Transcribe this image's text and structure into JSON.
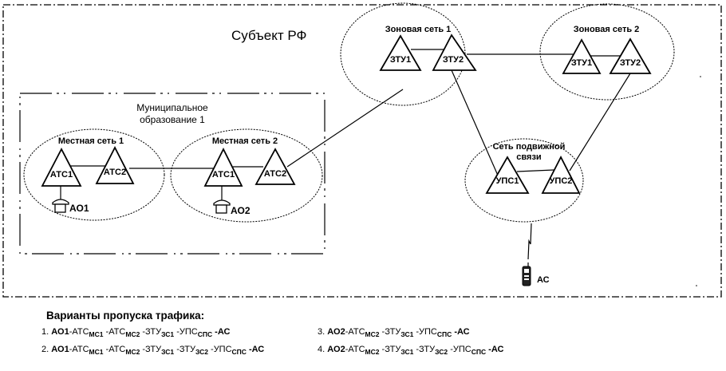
{
  "title": "Субъект РФ",
  "municipality": {
    "label_line1": "Муниципальное",
    "label_line2": "образование 1"
  },
  "local_networks": [
    {
      "label": "Местная сеть 1",
      "nodes": [
        "АТС1",
        "АТС2"
      ],
      "subscriber": "АО1"
    },
    {
      "label": "Местная сеть 2",
      "nodes": [
        "АТС1",
        "АТС2"
      ],
      "subscriber": "АО2"
    }
  ],
  "zone_networks": [
    {
      "label": "Зоновая сеть 1",
      "nodes": [
        "ЗТУ1",
        "ЗТУ2"
      ]
    },
    {
      "label": "Зоновая сеть 2",
      "nodes": [
        "ЗТУ1",
        "ЗТУ2"
      ]
    }
  ],
  "mobile_network": {
    "label_line1": "Сеть подвижной",
    "label_line2": "связи",
    "nodes": [
      "УПС1",
      "УПС2"
    ],
    "subscriber": "АС"
  },
  "legend": {
    "title": "Варианты пропуска трафика:",
    "routes": [
      {
        "num": "1.",
        "parts": [
          {
            "t": "АО1",
            "b": true
          },
          {
            "t": "-АТС",
            "sub": "МС1"
          },
          {
            "t": " -АТС",
            "sub": "МС2"
          },
          {
            "t": " -ЗТУ",
            "sub": "ЗС1"
          },
          {
            "t": " -УПС",
            "sub": "СПС"
          },
          {
            "t": " -АС",
            "b": true
          }
        ]
      },
      {
        "num": "2.",
        "parts": [
          {
            "t": "АО1",
            "b": true
          },
          {
            "t": "-АТС",
            "sub": "МС1"
          },
          {
            "t": " -АТС",
            "sub": "МС2"
          },
          {
            "t": " -ЗТУ",
            "sub": "ЗС1"
          },
          {
            "t": " -ЗТУ",
            "sub": "ЗС2"
          },
          {
            "t": " -УПС",
            "sub": "СПС"
          },
          {
            "t": " -АС",
            "b": true
          }
        ]
      },
      {
        "num": "3.",
        "parts": [
          {
            "t": "АО2",
            "b": true
          },
          {
            "t": "-АТС",
            "sub": "МС2"
          },
          {
            "t": " -ЗТУ",
            "sub": "ЗС1"
          },
          {
            "t": " -УПС",
            "sub": "СПС"
          },
          {
            "t": " -АС",
            "b": true
          }
        ]
      },
      {
        "num": "4.",
        "parts": [
          {
            "t": "АО2",
            "b": true
          },
          {
            "t": "-АТС",
            "sub": "МС2"
          },
          {
            "t": " -ЗТУ",
            "sub": "ЗС1"
          },
          {
            "t": " -ЗТУ",
            "sub": "ЗС2"
          },
          {
            "t": " -УПС",
            "sub": "СПС"
          },
          {
            "t": " -АС",
            "b": true
          }
        ]
      }
    ]
  }
}
